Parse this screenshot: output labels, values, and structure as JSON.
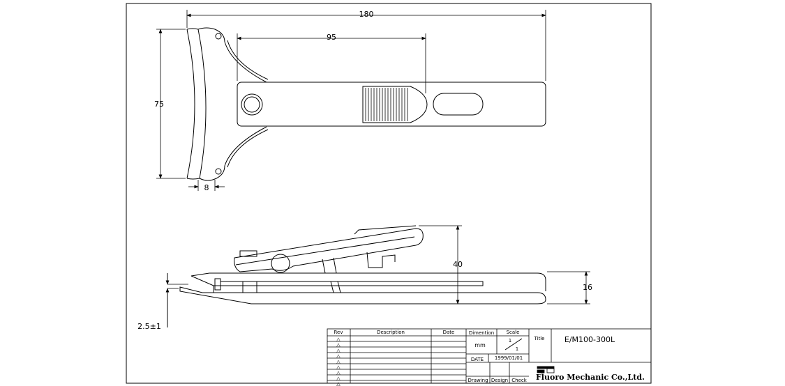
{
  "dimensions": {
    "overall_length": "180",
    "handle_length": "95",
    "height": "75",
    "thickness": "8",
    "side_height": "40",
    "base_height": "16",
    "gap": "2.5±1"
  },
  "title_block": {
    "headers": {
      "rev": "Rev",
      "description": "Description",
      "date": "Date",
      "dimention": "Dimention",
      "scale": "Scale",
      "title": "Title"
    },
    "rev_marks": [
      "△",
      "△",
      "△",
      "△",
      "△",
      "△",
      "△",
      "△",
      "△"
    ],
    "unit": "mm",
    "scale_num": "1",
    "scale_den": "1",
    "date_label": "DATE",
    "date_value": "1999/01/01",
    "drawing_label": "Drawing",
    "design_label": "Design",
    "check_label": "Check",
    "part_number": "E/M100-300L",
    "company": "Fluoro Mechanic Co.,Ltd."
  },
  "colors": {
    "line": "#000000",
    "background": "#ffffff"
  }
}
